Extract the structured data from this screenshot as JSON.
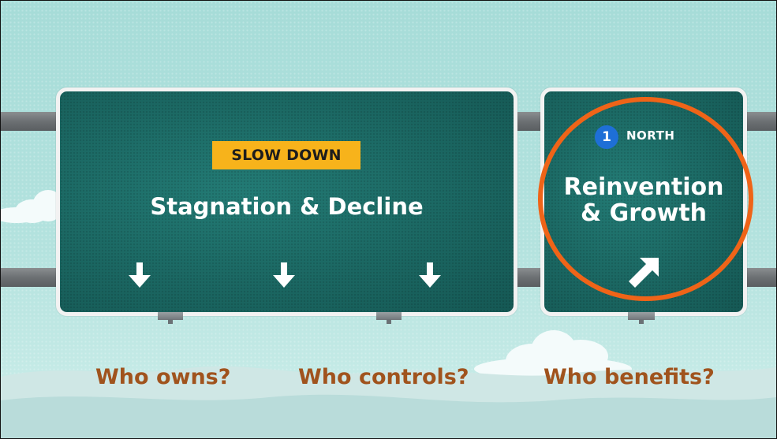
{
  "left_sign": {
    "badge": "SLOW DOWN",
    "title": "Stagnation & Decline",
    "arrows": [
      "down-arrow-icon",
      "down-arrow-icon",
      "down-arrow-icon"
    ]
  },
  "right_sign": {
    "route_number": "1",
    "route_direction": "NORTH",
    "title_line1": "Reinvention",
    "title_line2": "& Growth",
    "arrow": "up-right-arrow-icon"
  },
  "questions": [
    "Who owns?",
    "Who controls?",
    "Who benefits?"
  ],
  "colors": {
    "sky": "#b3e2de",
    "sign_green": "#1d6f6a",
    "badge_yellow": "#f7b31b",
    "route_blue": "#1e6fd6",
    "highlight_orange": "#ef6418",
    "question_brown": "#a0531d"
  }
}
